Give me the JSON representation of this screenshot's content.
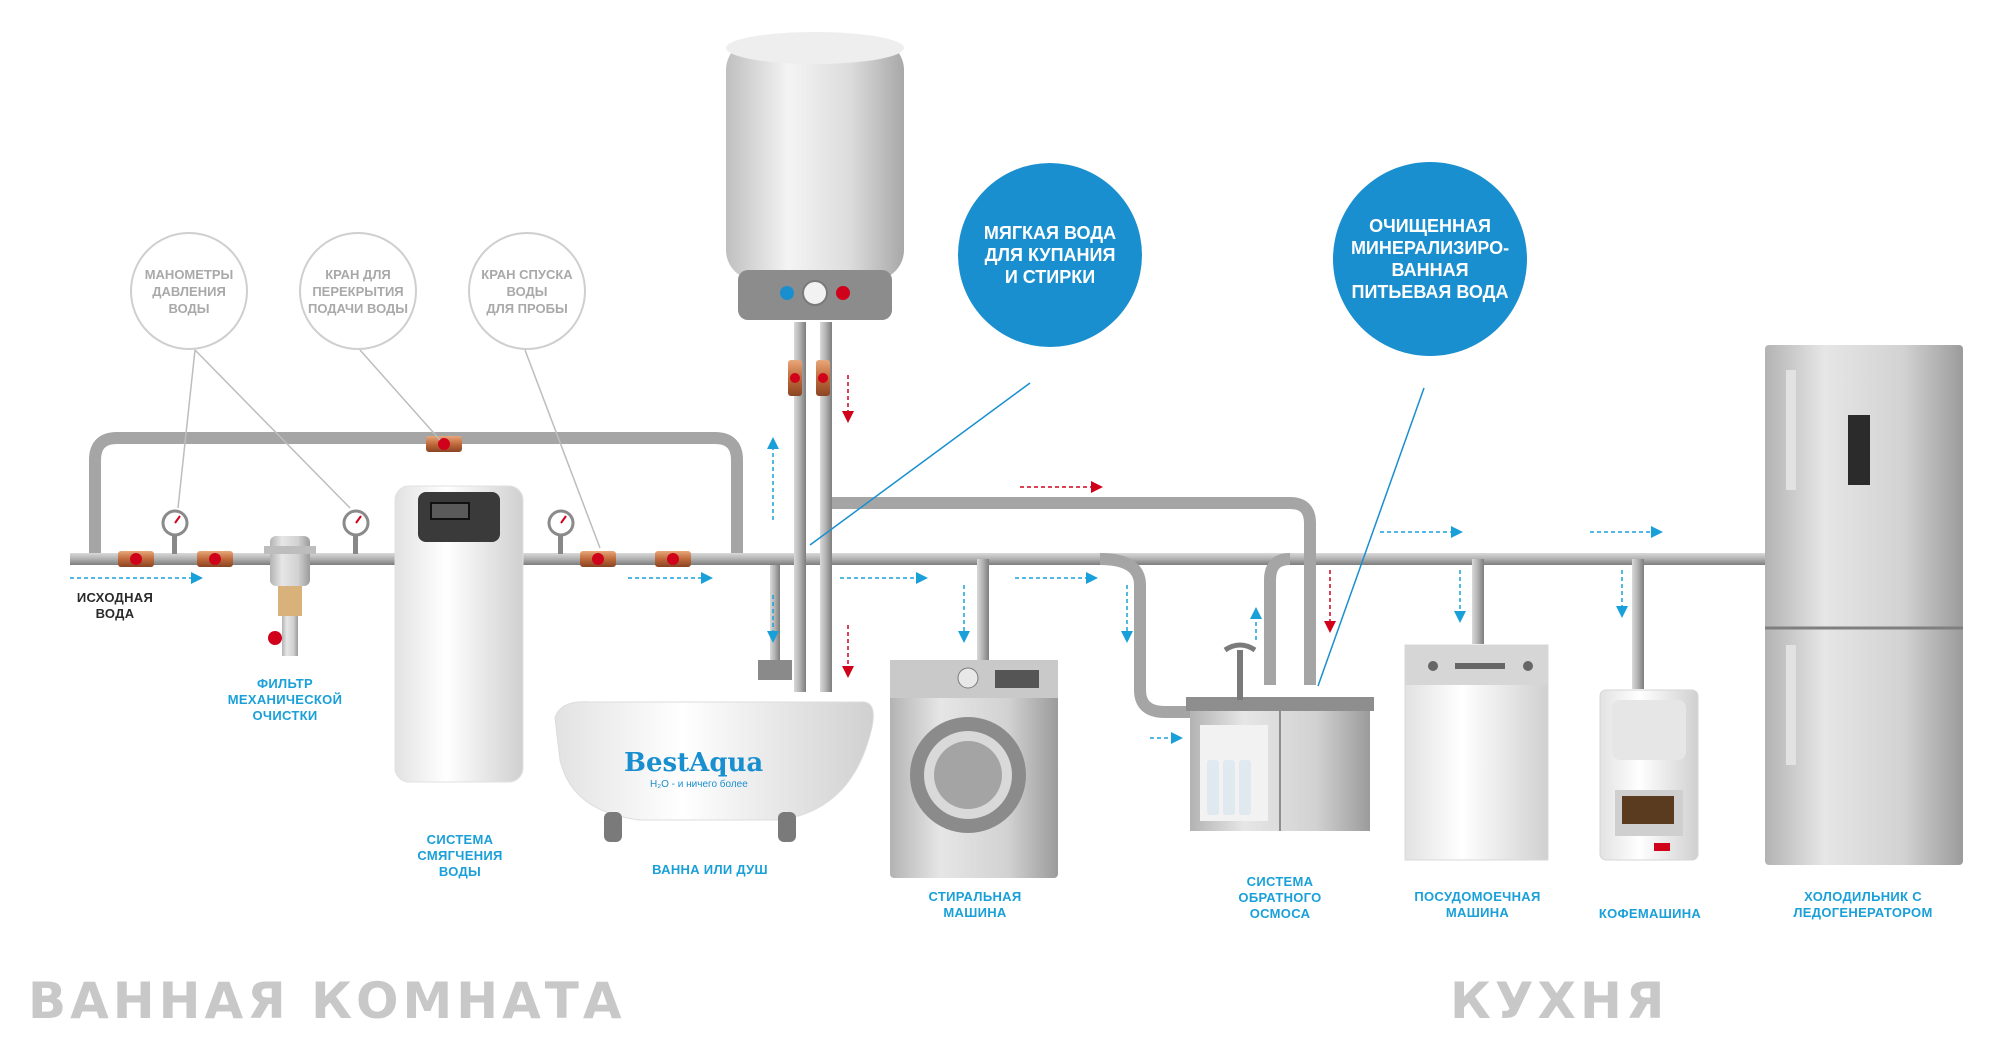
{
  "callouts": {
    "gauges": [
      "МАНОМЕТРЫ",
      "ДАВЛЕНИЯ",
      "ВОДЫ"
    ],
    "shutoff": [
      "КРАН ДЛЯ",
      "ПЕРЕКРЫТИЯ",
      "ПОДАЧИ ВОДЫ"
    ],
    "drain": [
      "КРАН СПУСКА",
      "ВОДЫ",
      "ДЛЯ ПРОБЫ"
    ]
  },
  "bubbles": {
    "soft_water": [
      "МЯГКАЯ ВОДА",
      "ДЛЯ КУПАНИЯ",
      "И СТИРКИ"
    ],
    "drinking_water": [
      "ОЧИЩЕННАЯ",
      "МИНЕРАЛИЗИРО-",
      "ВАННАЯ",
      "ПИТЬЕВАЯ ВОДА"
    ]
  },
  "labels": {
    "inlet": [
      "ИСХОДНАЯ",
      "ВОДА"
    ],
    "mech_filter": [
      "ФИЛЬТР",
      "МЕХАНИЧЕСКОЙ",
      "ОЧИСТКИ"
    ],
    "softener": [
      "СИСТЕМА",
      "СМЯГЧЕНИЯ",
      "ВОДЫ"
    ],
    "bath": [
      "ВАННА ИЛИ ДУШ"
    ],
    "washer": [
      "СТИРАЛЬНАЯ",
      "МАШИНА"
    ],
    "ro": [
      "СИСТЕМА",
      "ОБРАТНОГО",
      "ОСМОСА"
    ],
    "dishwasher": [
      "ПОСУДОМОЕЧНАЯ",
      "МАШИНА"
    ],
    "coffee": [
      "КОФЕМАШИНА"
    ],
    "fridge": [
      "ХОЛОДИЛЬНИК С",
      "ЛЕДОГЕНЕРАТОРОМ"
    ]
  },
  "rooms": {
    "bathroom": "ВАННАЯ КОМНАТА",
    "kitchen": "КУХНЯ"
  },
  "brand": {
    "name": "BestAqua",
    "tagline": "H₂O - и ничего более"
  },
  "colors": {
    "accent_blue": "#1a8fcf",
    "label_blue": "#1aa0d8",
    "hot_arrow": "#d0021b",
    "cold_arrow": "#1aa0d8",
    "pipe": "#9a9a9a",
    "room_text": "#c8c8c8"
  },
  "icons": [
    "pressure-gauge-icon",
    "valve-icon",
    "water-heater-icon",
    "softener-icon",
    "bathtub-icon",
    "washing-machine-icon",
    "reverse-osmosis-icon",
    "dishwasher-icon",
    "coffee-machine-icon",
    "fridge-icon"
  ]
}
